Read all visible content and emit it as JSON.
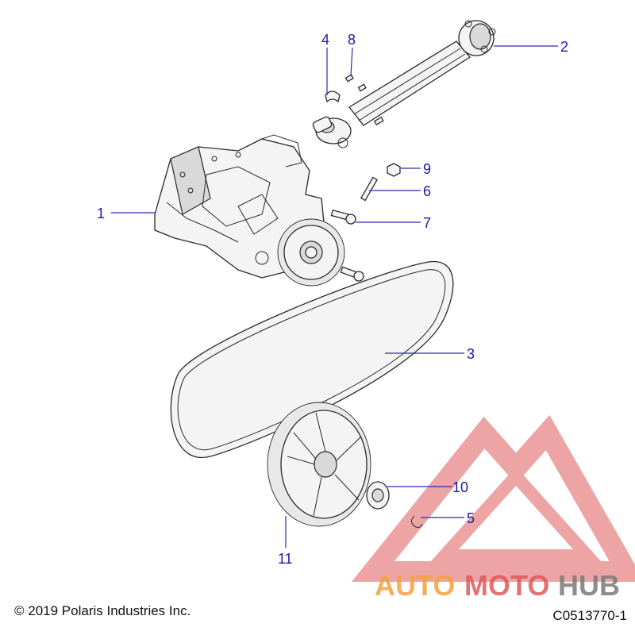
{
  "callouts": [
    {
      "number": "1",
      "part": "gearcase"
    },
    {
      "number": "2",
      "part": "prop shaft"
    },
    {
      "number": "3",
      "part": "drive belt"
    },
    {
      "number": "4",
      "part": "clamp"
    },
    {
      "number": "5",
      "part": "retaining clip"
    },
    {
      "number": "6",
      "part": "stud"
    },
    {
      "number": "7",
      "part": "bolt"
    },
    {
      "number": "8",
      "part": "screw"
    },
    {
      "number": "9",
      "part": "nut"
    },
    {
      "number": "10",
      "part": "hub nut"
    },
    {
      "number": "11",
      "part": "driven sprocket"
    }
  ],
  "footer": {
    "copyright": "© 2019 Polaris Industries Inc.",
    "drawing_code": "C0513770-1"
  },
  "watermark": {
    "word_part1": "AUTO",
    "word_part2": "MOTO",
    "word_part3": "HUB",
    "color_orange": "#f4a23c",
    "color_red": "#e05a5a",
    "color_gray": "#7a7a7a"
  }
}
